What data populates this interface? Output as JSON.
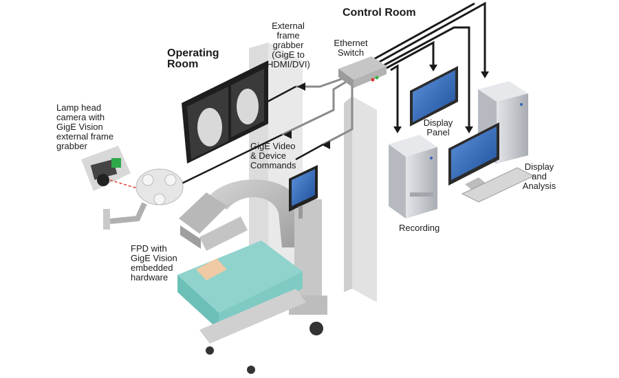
{
  "labels": {
    "control_room": "Control Room",
    "operating_room": "Operating\nRoom",
    "external_frame_grabber": "External\nframe\ngrabber\n(GigE to\nHDMI/DVI)",
    "ethernet_switch": "Ethernet\nSwitch",
    "lamp_head_camera": "Lamp head\ncamera with\nGigE Vision\nexternal frame\ngrabber",
    "gige_video": "GigE Video\n& Device\nCommands",
    "display_panel": "Display\nPanel",
    "display_analysis": "Display\nand\nAnalysis",
    "recording": "Recording",
    "fpd": "FPD with\nGigE Vision\nembedded\nhardware"
  },
  "colors": {
    "wall": "#e9e9e9",
    "cable_dark": "#1a1a1a",
    "cable_grey": "#8a8a8a",
    "screen_blue": "#2f67b8",
    "pc_case": "#c9ccd1",
    "blanket": "#8fd3cc",
    "accent_red": "#e03a2f",
    "switch_grey": "#a8a8a8"
  }
}
